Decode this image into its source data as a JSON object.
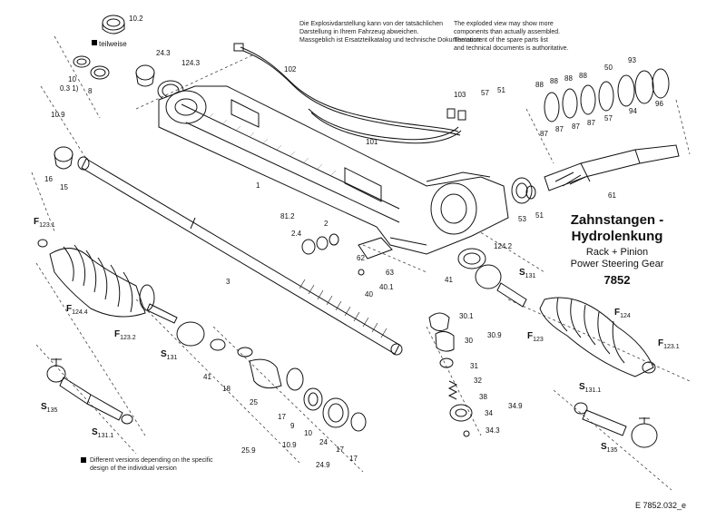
{
  "title_line1": "Zahnstangen -",
  "title_line2": "Hydrolenkung",
  "subtitle_line1": "Rack + Pinion",
  "subtitle_line2": "Power Steering Gear",
  "model_number": "7852",
  "note_de": [
    "Die Explosivdarstellung kann von der tatsächlichen",
    "Darstellung in Ihrem Fahrzeug abweichen.",
    "Massgeblich ist Ersatzteilkatalog und technische Dokumentation."
  ],
  "note_en": [
    "The exploded view may show more",
    "components than actually assembled.",
    "The content of the spare parts list",
    "and technical documents is authoritative."
  ],
  "legend_marker_label": "teilweise",
  "footnote": [
    "Different versions depending on the specific",
    "design of the individual version"
  ],
  "figure_id": "E 7852.032_e",
  "colors": {
    "ink": "#111111",
    "paper": "#ffffff",
    "dash": "#444444"
  },
  "labels": {
    "l_10_2": "10.2",
    "l_24_3": "24.3",
    "l_124_3": "124.3",
    "l_10": "10",
    "l_0_31": "0.3 1)",
    "l_8": "8",
    "l_10_9": "10.9",
    "l_102": "102",
    "l_103": "103",
    "l_57a": "57",
    "l_51a": "51",
    "l_101": "101",
    "l_88a": "88",
    "l_88b": "88",
    "l_88c": "88",
    "l_88d": "88",
    "l_50": "50",
    "l_93": "93",
    "l_87a": "87",
    "l_87b": "87",
    "l_87c": "87",
    "l_57b": "57",
    "l_94": "94",
    "l_96": "96",
    "l_16": "16",
    "l_15": "15",
    "l_1": "1",
    "l_61": "61",
    "l_53": "53",
    "l_51b": "51",
    "l_f123_1a_base": "F",
    "l_f123_1a_sub": "123.1",
    "l_81_2": "81.2",
    "l_2": "2",
    "l_2_4": "2.4",
    "l_62": "62",
    "l_63": "63",
    "l_40": "40",
    "l_40_1": "40.1",
    "l_124_2": "124.2",
    "l_41a": "41",
    "l_s131a_base": "S",
    "l_s131a_sub": "131",
    "l_3": "3",
    "l_f124_4_base": "F",
    "l_f124_4_sub": "124.4",
    "l_f123_2_base": "F",
    "l_f123_2_sub": "123.2",
    "l_s131b_base": "S",
    "l_s131b_sub": "131",
    "l_41b": "41",
    "l_18": "18",
    "l_25": "25",
    "l_30_1": "30.1",
    "l_30": "30",
    "l_30_9": "30.9",
    "l_31": "31",
    "l_32": "32",
    "l_38": "38",
    "l_34_9": "34.9",
    "l_34": "34",
    "l_34_3": "34.3",
    "l_f124_base": "F",
    "l_f124_sub": "124",
    "l_f123_base": "F",
    "l_f123_sub": "123",
    "l_f123_1b_base": "F",
    "l_f123_1b_sub": "123.1",
    "l_s135a_base": "S",
    "l_s135a_sub": "135",
    "l_s131_1a_base": "S",
    "l_s131_1a_sub": "131.1",
    "l_s131_1b_base": "S",
    "l_s131_1b_sub": "131.1",
    "l_s135b_base": "S",
    "l_s135b_sub": "135",
    "l_17a": "17",
    "l_9": "9",
    "l_10b": "10",
    "l_24": "24",
    "l_10_9b": "10.9",
    "l_17b": "17",
    "l_25_9": "25.9",
    "l_17c": "17",
    "l_24_9": "24.9"
  }
}
